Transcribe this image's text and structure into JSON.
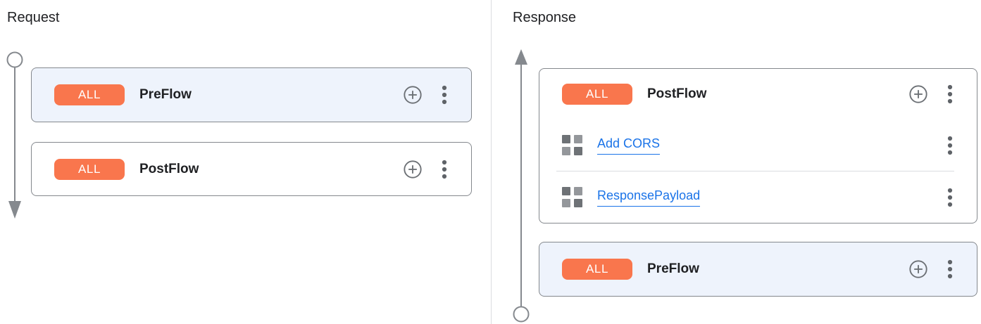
{
  "panels": {
    "request": {
      "title": "Request",
      "flows": [
        {
          "badge": "ALL",
          "name": "PreFlow",
          "highlighted": true,
          "policies": []
        },
        {
          "badge": "ALL",
          "name": "PostFlow",
          "highlighted": false,
          "policies": []
        }
      ]
    },
    "response": {
      "title": "Response",
      "flows": [
        {
          "badge": "ALL",
          "name": "PostFlow",
          "highlighted": false,
          "policies": [
            {
              "name": "Add CORS"
            },
            {
              "name": "ResponsePayload"
            }
          ]
        },
        {
          "badge": "ALL",
          "name": "PreFlow",
          "highlighted": true,
          "policies": []
        }
      ]
    }
  },
  "icons": {
    "add_policy": "add-circle-outline-icon",
    "more_options": "three-dot-menu-icon",
    "policy": "policy-grid-icon",
    "request_direction": "arrow-down-timeline",
    "response_direction": "arrow-up-timeline"
  },
  "colors": {
    "badge_background": "#F9764D",
    "badge_text": "#FFFFFF",
    "highlighted_card_background": "#EEF3FC",
    "card_border": "#84888D",
    "link_blue": "#1A73E8",
    "icon_gray": "#5F6368",
    "timeline_gray": "#85898E",
    "divider_gray": "#DADCE0",
    "text_dark": "#202124"
  }
}
